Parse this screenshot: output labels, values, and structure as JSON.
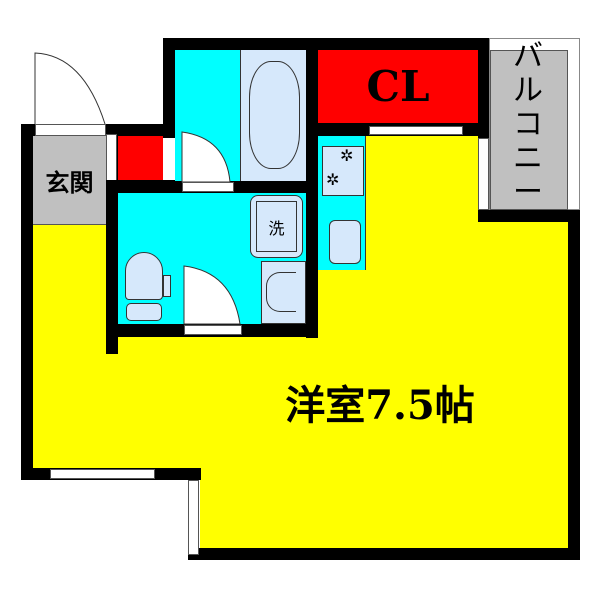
{
  "floorplan": {
    "rooms": {
      "entrance": {
        "label": "玄関"
      },
      "closet": {
        "label": "CL"
      },
      "balcony": {
        "label": "バルコニー",
        "chars": [
          "バ",
          "ル",
          "コ",
          "ニ",
          "ー"
        ]
      },
      "main_room": {
        "label": "洋室7.5帖"
      },
      "washer": {
        "label": "洗"
      }
    },
    "colors": {
      "living": "#ffff00",
      "wet_area": "#00ffff",
      "storage": "#ff0000",
      "exterior": "#c0c0c0",
      "fixtures": "#d6e8fb",
      "wall": "#000000"
    }
  }
}
